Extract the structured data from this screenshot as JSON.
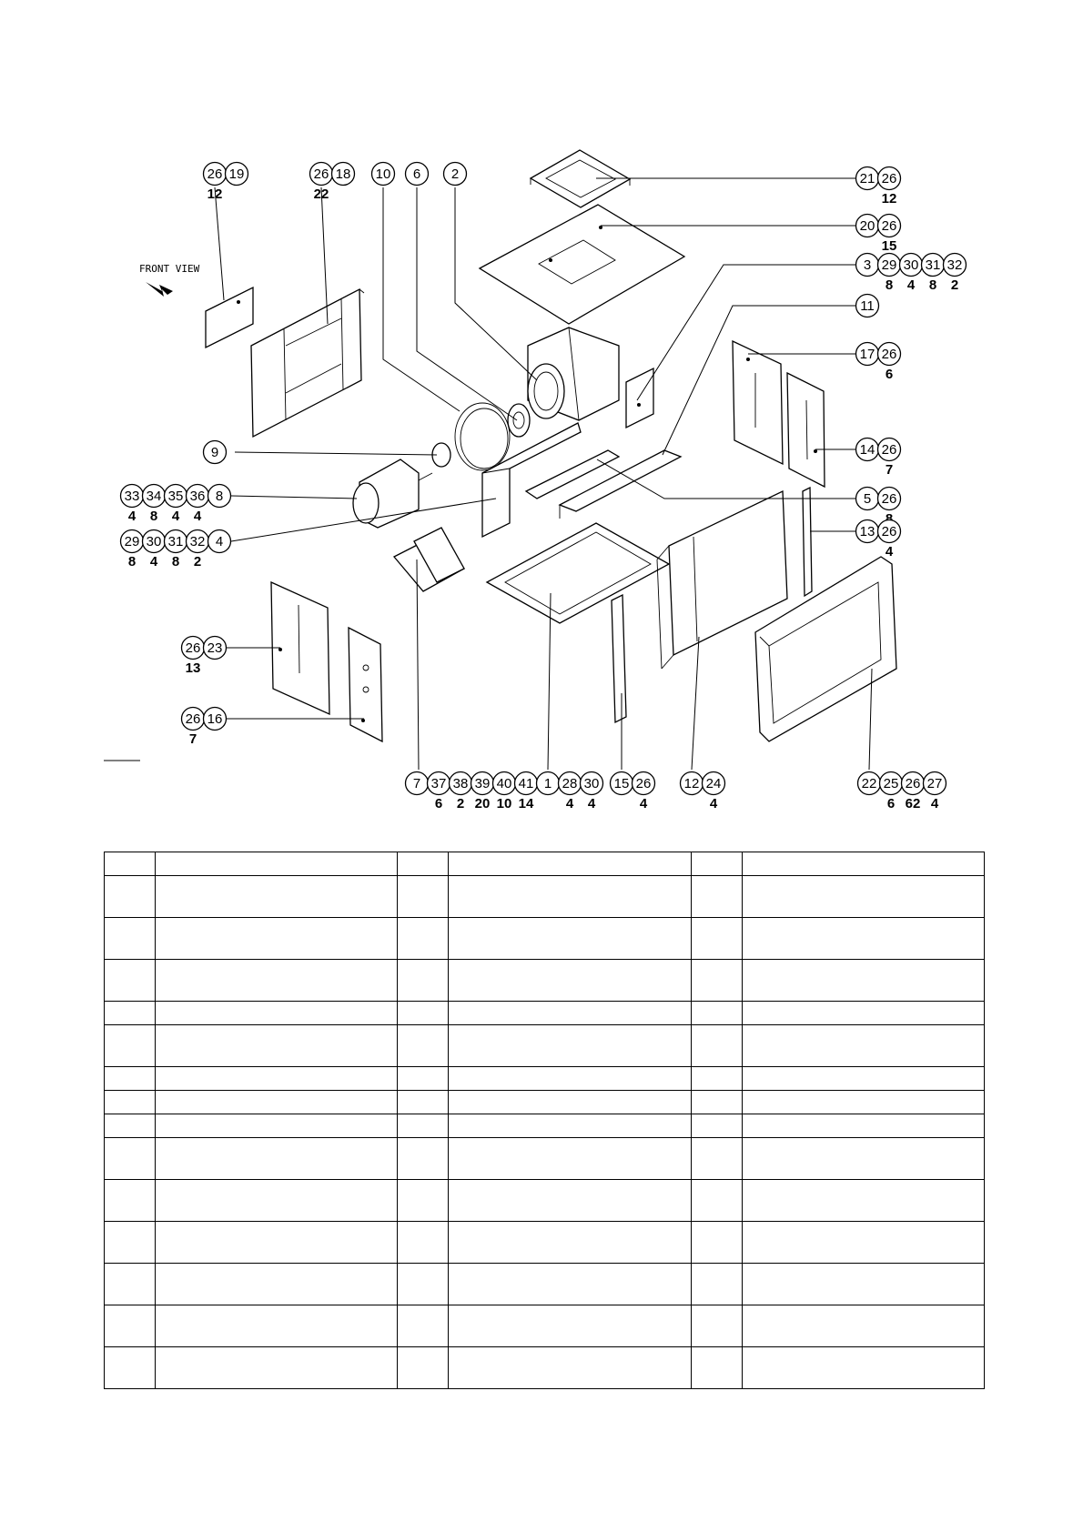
{
  "drawing": {
    "front_view_label": "FRONT VIEW",
    "callouts": [
      {
        "id": "c-19",
        "nums": [
          "26",
          "19"
        ],
        "qty": [
          "12",
          ""
        ]
      },
      {
        "id": "c-18",
        "nums": [
          "26",
          "18"
        ],
        "qty": [
          "22",
          ""
        ]
      },
      {
        "id": "c-10",
        "nums": [
          "10"
        ],
        "qty": [
          ""
        ]
      },
      {
        "id": "c-6",
        "nums": [
          "6"
        ],
        "qty": [
          ""
        ]
      },
      {
        "id": "c-2",
        "nums": [
          "2"
        ],
        "qty": [
          ""
        ]
      },
      {
        "id": "c-21",
        "nums": [
          "21",
          "26"
        ],
        "qty": [
          "",
          "12"
        ]
      },
      {
        "id": "c-20",
        "nums": [
          "20",
          "26"
        ],
        "qty": [
          "",
          "15"
        ]
      },
      {
        "id": "c-3",
        "nums": [
          "3",
          "29",
          "30",
          "31",
          "32"
        ],
        "qty": [
          "",
          "8",
          "4",
          "8",
          "2"
        ]
      },
      {
        "id": "c-11",
        "nums": [
          "11"
        ],
        "qty": [
          ""
        ]
      },
      {
        "id": "c-17",
        "nums": [
          "17",
          "26"
        ],
        "qty": [
          "",
          "6"
        ]
      },
      {
        "id": "c-14",
        "nums": [
          "14",
          "26"
        ],
        "qty": [
          "",
          "7"
        ]
      },
      {
        "id": "c-9",
        "nums": [
          "9"
        ],
        "qty": [
          ""
        ]
      },
      {
        "id": "c-8",
        "nums": [
          "33",
          "34",
          "35",
          "36",
          "8"
        ],
        "qty": [
          "4",
          "8",
          "4",
          "4",
          ""
        ]
      },
      {
        "id": "c-5",
        "nums": [
          "5",
          "26"
        ],
        "qty": [
          "",
          "8"
        ]
      },
      {
        "id": "c-13",
        "nums": [
          "13",
          "26"
        ],
        "qty": [
          "",
          "4"
        ]
      },
      {
        "id": "c-4",
        "nums": [
          "29",
          "30",
          "31",
          "32",
          "4"
        ],
        "qty": [
          "8",
          "4",
          "8",
          "2",
          ""
        ]
      },
      {
        "id": "c-23",
        "nums": [
          "26",
          "23"
        ],
        "qty": [
          "13",
          ""
        ]
      },
      {
        "id": "c-16",
        "nums": [
          "26",
          "16"
        ],
        "qty": [
          "7",
          ""
        ]
      },
      {
        "id": "c-7",
        "nums": [
          "7",
          "37",
          "38",
          "39",
          "40",
          "41"
        ],
        "qty": [
          "",
          "6",
          "2",
          "20",
          "10",
          "14"
        ]
      },
      {
        "id": "c-1",
        "nums": [
          "1",
          "28",
          "30"
        ],
        "qty": [
          "",
          "4",
          "4"
        ]
      },
      {
        "id": "c-15",
        "nums": [
          "15",
          "26"
        ],
        "qty": [
          "",
          "4"
        ]
      },
      {
        "id": "c-12",
        "nums": [
          "12",
          "24"
        ],
        "qty": [
          "",
          "4"
        ]
      },
      {
        "id": "c-22",
        "nums": [
          "22",
          "25",
          "26",
          "27"
        ],
        "qty": [
          "",
          "6",
          "62",
          "4"
        ]
      }
    ]
  },
  "parts_table": {
    "rows": [
      {
        "tall": false
      },
      {
        "tall": true
      },
      {
        "tall": true
      },
      {
        "tall": true
      },
      {
        "tall": false
      },
      {
        "tall": true
      },
      {
        "tall": false
      },
      {
        "tall": false
      },
      {
        "tall": false
      },
      {
        "tall": true
      },
      {
        "tall": true
      },
      {
        "tall": true
      },
      {
        "tall": true
      },
      {
        "tall": true
      },
      {
        "tall": true
      }
    ]
  }
}
